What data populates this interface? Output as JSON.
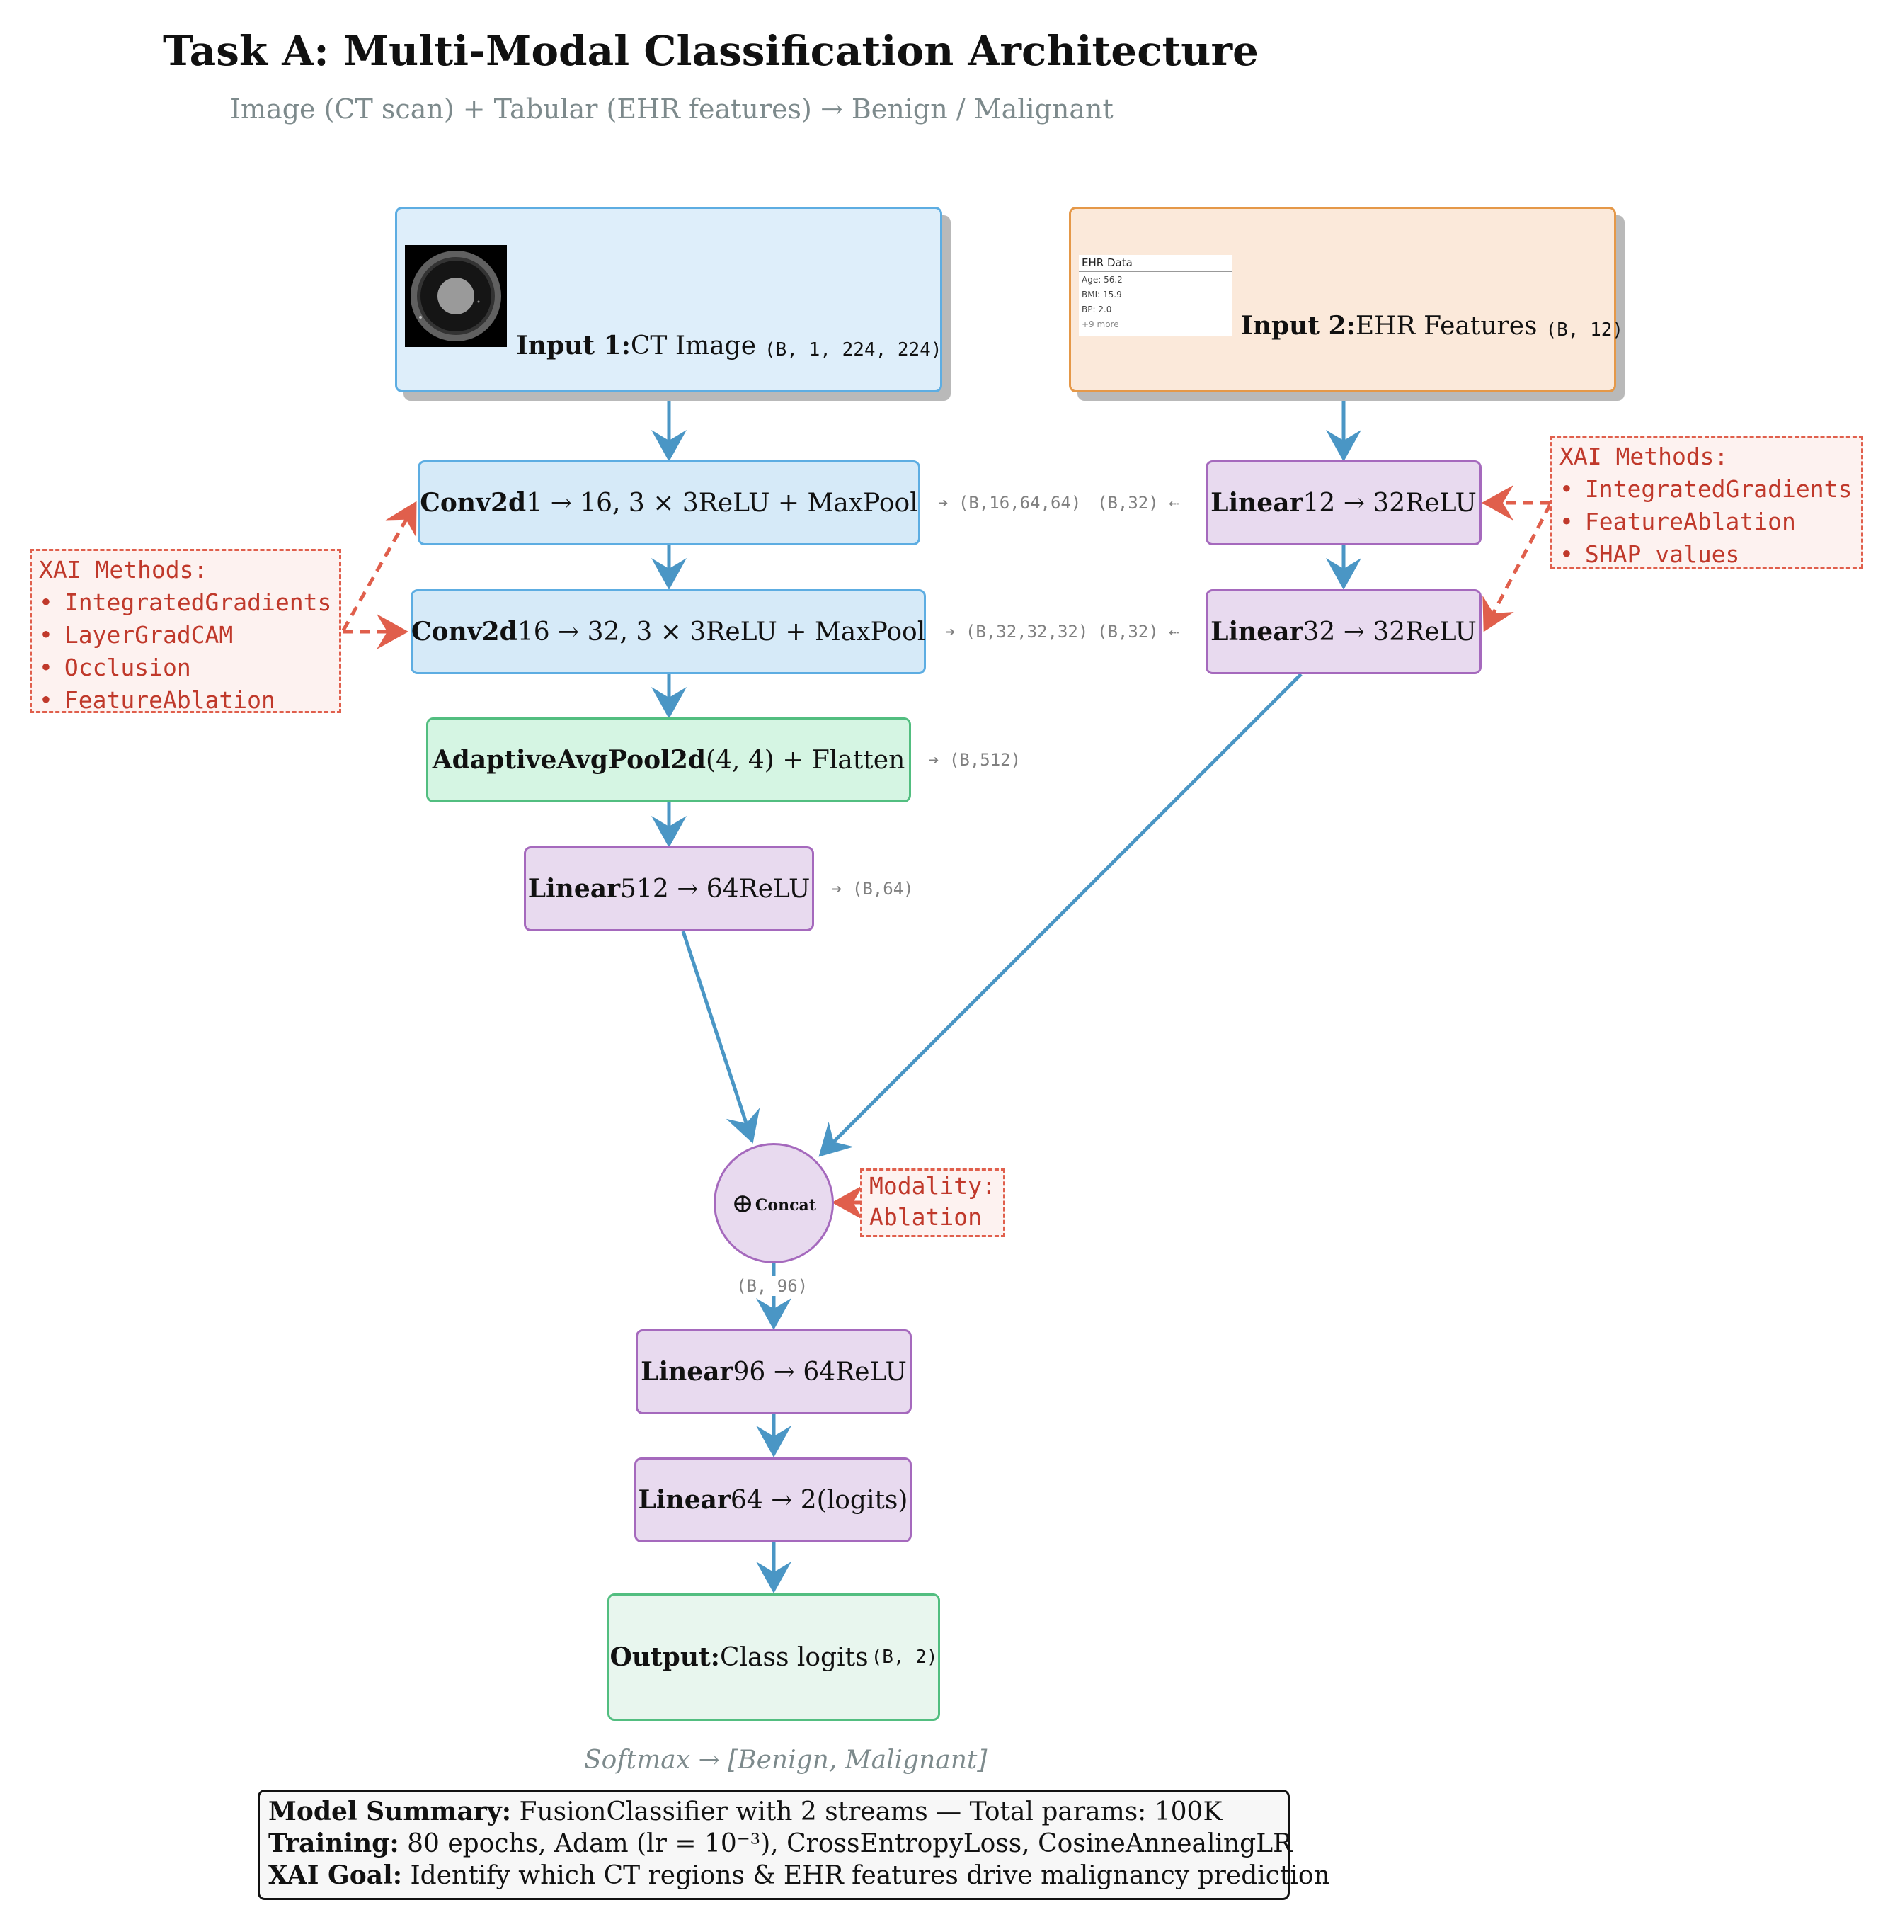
{
  "title": "Task A: Multi-Modal Classification Architecture",
  "subtitle": "Image (CT scan) + Tabular (EHR features) → Benign / Malignant",
  "colors": {
    "arrow": "#4a96c5",
    "xai": "#e05f4c",
    "xai_text": "#c0392b",
    "shape_text": "#808080"
  },
  "input1": {
    "bold": "Input 1:",
    "text": "CT Image",
    "shape": "(B, 1, 224, 224)"
  },
  "input2": {
    "bold": "Input 2:",
    "text": "EHR Features",
    "shape": "(B, 12)",
    "card": {
      "header": "EHR Data",
      "rows": [
        "Age: 56.2",
        "BMI: 15.9",
        "BP: 2.0"
      ],
      "more": "+9 more"
    }
  },
  "image_stream": {
    "conv1": {
      "bold": "Conv2d",
      "text": "1 → 16, 3 × 3ReLU + MaxPool",
      "shape": "➔ (B,16,64,64)"
    },
    "conv2": {
      "bold": "Conv2d",
      "text": "16 → 32, 3 × 3ReLU + MaxPool",
      "shape": "➔ (B,32,32,32)"
    },
    "pool": {
      "bold": "AdaptiveAvgPool2d",
      "text": "(4, 4) + Flatten",
      "shape": "➔ (B,512)"
    },
    "linear": {
      "bold": "Linear",
      "text": "512 → 64ReLU",
      "shape": "➔ (B,64)"
    }
  },
  "tab_stream": {
    "linear1": {
      "bold": "Linear",
      "text": "12 → 32ReLU",
      "shape": "(B,32) ⇠"
    },
    "linear2": {
      "bold": "Linear",
      "text": "32 → 32ReLU",
      "shape": "(B,32) ⇠"
    }
  },
  "xai_left": {
    "title": "XAI Methods:",
    "items": [
      "IntegratedGradients",
      "LayerGradCAM",
      "Occlusion",
      "FeatureAblation"
    ]
  },
  "xai_right": {
    "title": "XAI Methods:",
    "items": [
      "IntegratedGradients",
      "FeatureAblation",
      "SHAP values"
    ]
  },
  "concat": {
    "symbol": "⊕",
    "label": "Concat",
    "shape": "(B, 96)"
  },
  "modality": {
    "line1": "Modality:",
    "line2": "Ablation"
  },
  "head": {
    "linear1": {
      "bold": "Linear",
      "text": "96 → 64ReLU"
    },
    "linear2": {
      "bold": "Linear",
      "text": "64 → 2(logits)"
    }
  },
  "output": {
    "bold": "Output:",
    "text": "Class logits",
    "shape": "(B, 2)"
  },
  "softmax": "Softmax → [Benign, Malignant]",
  "summary": {
    "l1_bold": "Model Summary:",
    "l1_text": " FusionClassifier with 2 streams — Total params:  100K",
    "l2_bold": "Training:",
    "l2_text": " 80 epochs, Adam (lr = 10⁻³), CrossEntropyLoss, CosineAnnealingLR",
    "l3_bold": "XAI Goal:",
    "l3_text": " Identify which CT regions & EHR features drive malignancy prediction"
  }
}
